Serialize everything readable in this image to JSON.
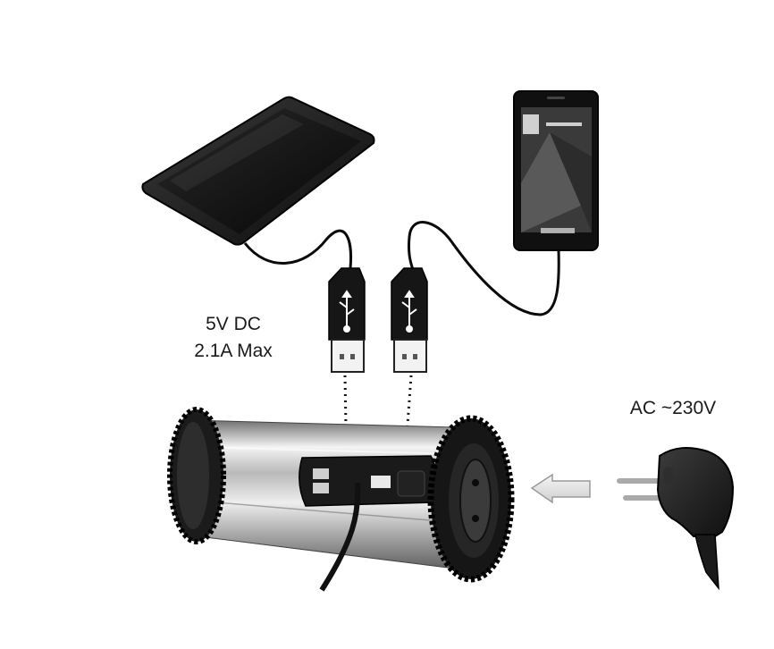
{
  "labels": {
    "dc_output_voltage": "5V DC",
    "dc_output_current": "2.1A Max",
    "ac_input": "AC ~230V"
  },
  "colors": {
    "cable": "#0a0a0a",
    "device_body": "#1c1c1c",
    "screen": "#111111",
    "aluminum_light": "#e9e9e9",
    "aluminum_dark": "#8c8c8c",
    "arrow_fill": "#e6e6e6",
    "plug_body": "#1e1e1e",
    "usb_metal": "#f2f2f2"
  },
  "icons": [
    "usb-icon",
    "tablet",
    "smartphone",
    "car-inverter",
    "schuko-plug",
    "left-arrow-icon"
  ]
}
